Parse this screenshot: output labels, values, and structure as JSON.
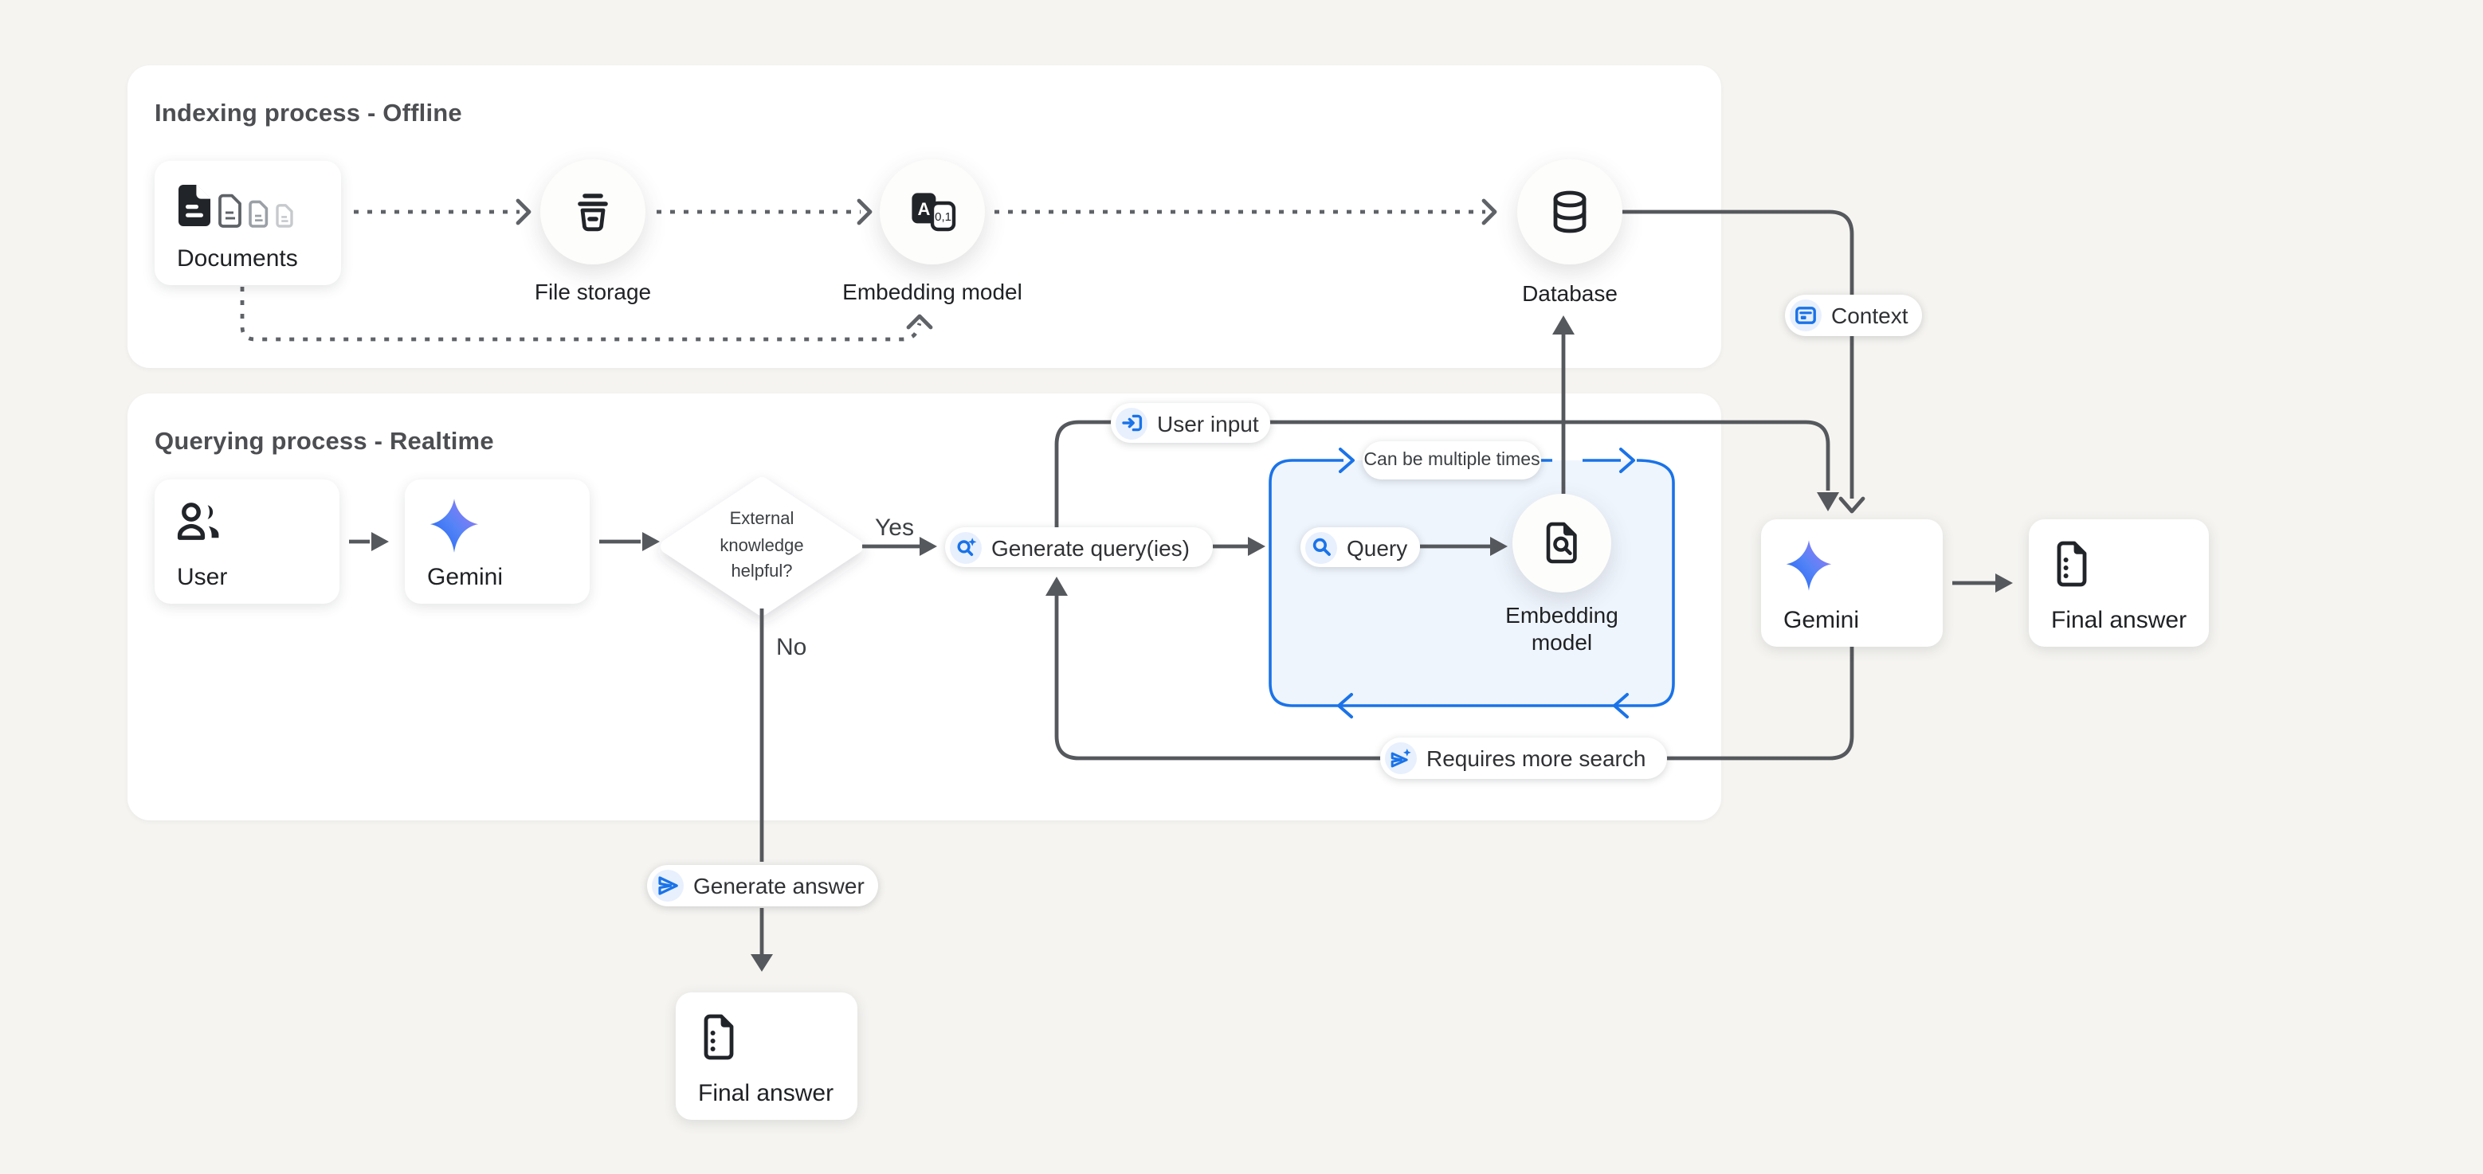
{
  "diagram": {
    "panels": {
      "indexing": {
        "title": "Indexing process - Offline"
      },
      "querying": {
        "title": "Querying process - Realtime"
      }
    },
    "nodes": {
      "documents": {
        "label": "Documents"
      },
      "file_storage": {
        "label": "File storage"
      },
      "embedding_model_offline": {
        "label": "Embedding model"
      },
      "database": {
        "label": "Database"
      },
      "user": {
        "label": "User"
      },
      "gemini_query": {
        "label": "Gemini"
      },
      "decision": {
        "lines": [
          "External",
          "knowledge",
          "helpful?"
        ]
      },
      "embedding_model_query": {
        "lines": [
          "Embedding",
          "model"
        ]
      },
      "gemini_answer": {
        "label": "Gemini"
      },
      "final_answer_main": {
        "label": "Final answer"
      },
      "final_answer_direct": {
        "label": "Final answer"
      }
    },
    "labels": {
      "context": "Context",
      "user_input": "User input",
      "generate_queries": "Generate query(ies)",
      "query": "Query",
      "can_be_multiple_times": "Can be multiple times",
      "requires_more_search": "Requires more search",
      "generate_answer": "Generate answer",
      "yes": "Yes",
      "no": "No"
    },
    "colors": {
      "accent_blue": "#1a73e8",
      "chip_bg": "#e8f0fe",
      "loop_box_fill": "#eff5fd",
      "background": "#f5f4f1",
      "solid_line": "#55585c",
      "dashed_line": "#5f6368"
    }
  }
}
